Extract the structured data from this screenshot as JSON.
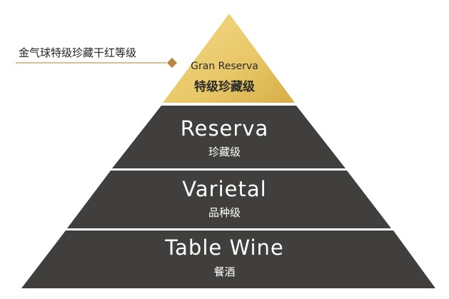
{
  "diagram": {
    "title_annotation": "金气球特级珍藏干红等级",
    "colors": {
      "gold_light": "#efd27a",
      "gold_dark": "#d9b24e",
      "band": "#403f3d",
      "connector": "#c8955a",
      "diamond": "#b98540"
    },
    "tiers": [
      {
        "level": 1,
        "name_en": "Gran Reserva",
        "name_cn": "特级珍藏级",
        "style": "gold"
      },
      {
        "level": 2,
        "name_en": "Reserva",
        "name_cn": "珍藏级",
        "style": "dark"
      },
      {
        "level": 3,
        "name_en": "Varietal",
        "name_cn": "品种级",
        "style": "dark"
      },
      {
        "level": 4,
        "name_en": "Table Wine",
        "name_cn": "餐酒",
        "style": "dark"
      }
    ]
  }
}
